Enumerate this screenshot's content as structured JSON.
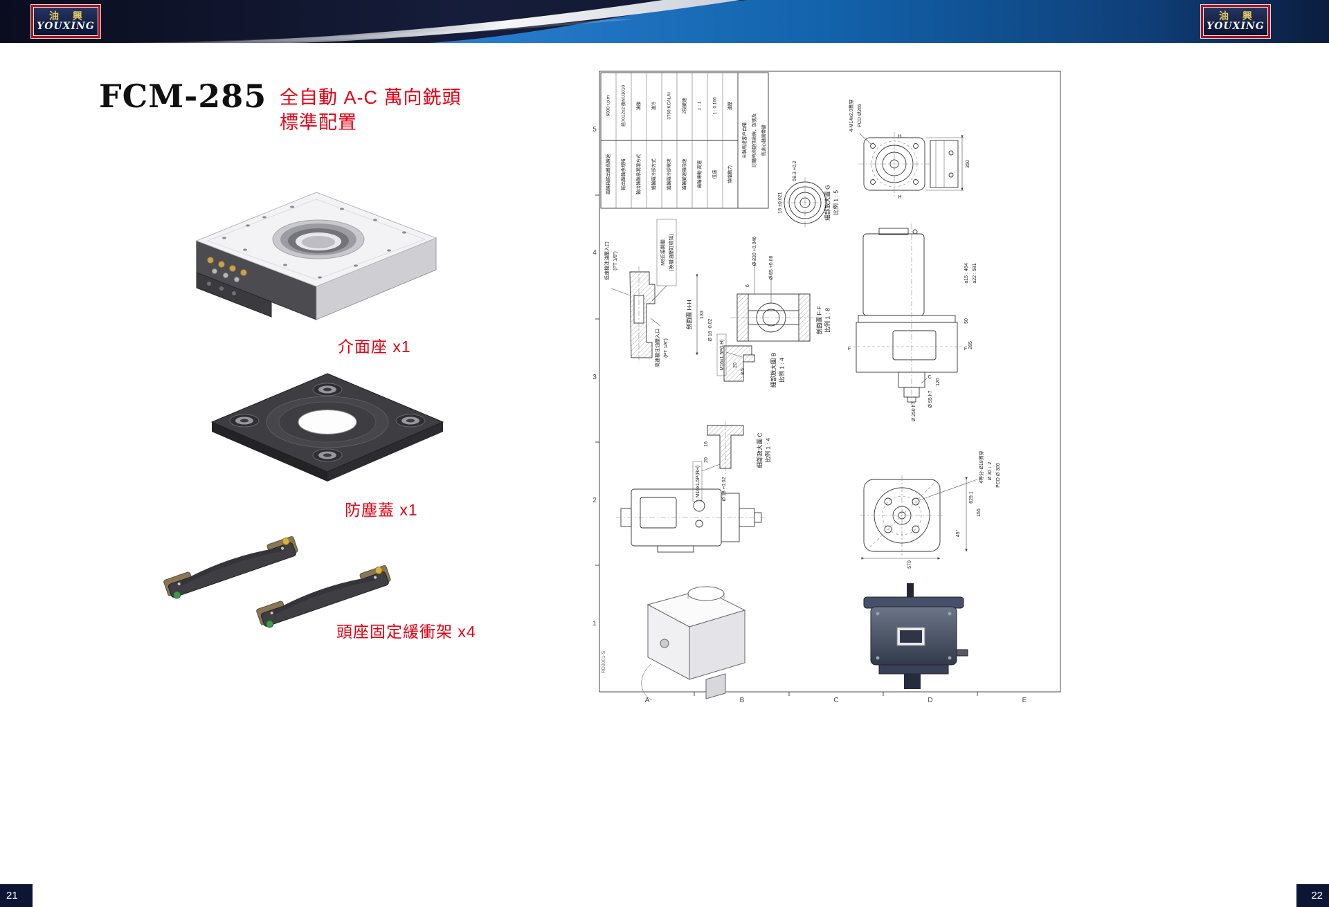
{
  "brand": {
    "name_cn": "油 興",
    "name_en": "YOUXING"
  },
  "page": {
    "left_number": "21",
    "right_number": "22"
  },
  "left_page": {
    "model": "FCM-285",
    "subtitle_line1": "全自動 A-C 萬向銑頭",
    "subtitle_line2": "標準配置",
    "items": [
      {
        "label": "介面座 x1"
      },
      {
        "label": "防塵蓋 x1"
      },
      {
        "label": "頭座固定緩衝架 x4"
      }
    ]
  },
  "drawing": {
    "doc_number": "RD3001-S",
    "grid_rows": [
      "5",
      "4",
      "3",
      "2",
      "1"
    ],
    "grid_cols": [
      "A",
      "B",
      "C",
      "D",
      "E"
    ],
    "spec": [
      {
        "label": "齒輪箱輸出最高轉速",
        "value": "6000 r.p.m"
      },
      {
        "label": "輸出軸軸承規格",
        "value": "前7012x2 後NU1010"
      },
      {
        "label": "輸出軸軸承潤滑方式",
        "value": "油脂"
      },
      {
        "label": "齒輪箱冷卻方式",
        "value": "油冷"
      },
      {
        "label": "齒輪箱冷卻需求",
        "value": "3750 KCAL/H"
      },
      {
        "label": "齒輪變速箱段速",
        "value": "2段變速"
      },
      {
        "label": "齒輪傳動 高速",
        "value": "1 : 1"
      },
      {
        "label": "低速",
        "value": "1 : 0.166"
      },
      {
        "label": "換檔動力",
        "value": "油壓"
      }
    ],
    "motor_note": {
      "line1": "主軸馬達客戶自備",
      "line2": "訂購時須提供廠牌、型號及",
      "line3": "馬達心軸需帶鍵"
    },
    "views": {
      "g_title": "細部放大圖 G",
      "g_scale": "比例 1 : 5",
      "hh_title": "剖面圖 H-H",
      "ff_title": "剖面圖 F-F",
      "ff_scale": "比例 1 : 8",
      "b_title": "細部放大圖 B",
      "b_scale": "比例 1 : 4",
      "c_title": "細部放大圖 C",
      "c_scale": "比例 1 : 4"
    },
    "callouts": {
      "low_speed_oil": "低速檔注油壓入口",
      "low_speed_oil_sub": "(PT 1/8\")",
      "high_speed_oil": "高速檔注油壓入口",
      "high_speed_oil_sub": "(PT 1/8\")",
      "m8_switch": "M8近接開關",
      "m8_switch_sub": "(換檔油壓缸檢知)"
    },
    "markers": {
      "h1": "H",
      "h2": "H",
      "f1": "F",
      "f2": "F",
      "c1": "C"
    },
    "dims": {
      "pcd265_a": "4-M14x2.0貫穿",
      "pcd265_b": "PCD Ø265",
      "d350": "350",
      "d59": "59.3 +0.2",
      "d16t": "16 ±0.021",
      "a15": "a15 : 464",
      "a22": "a22 : 581",
      "d50": "50",
      "d285": "285",
      "d120": "120",
      "d55h7": "Ø 55 h7",
      "d250h7": "Ø 250 h7",
      "d230": "Ø 230 +0.046",
      "d55": "Ø 55 +0.06",
      "d6": "6",
      "d133": "133",
      "m16lh": "M16x1.5P(LH)",
      "d18lh": "Ø 18 -0.02",
      "d20b": "20",
      "d85b": "8.5",
      "d16c": "16",
      "d20c": "20",
      "m16rh": "M16x1.5P(RH)",
      "d18rh": "Ø 18 +0.02",
      "d629": "629.1",
      "d155": "155",
      "d570": "570",
      "d45": "45°",
      "four18": "4等分-Ø18貫穿",
      "d30": "Ø 30 ↓ 2",
      "pcd300": "PCD Ø 300"
    }
  }
}
